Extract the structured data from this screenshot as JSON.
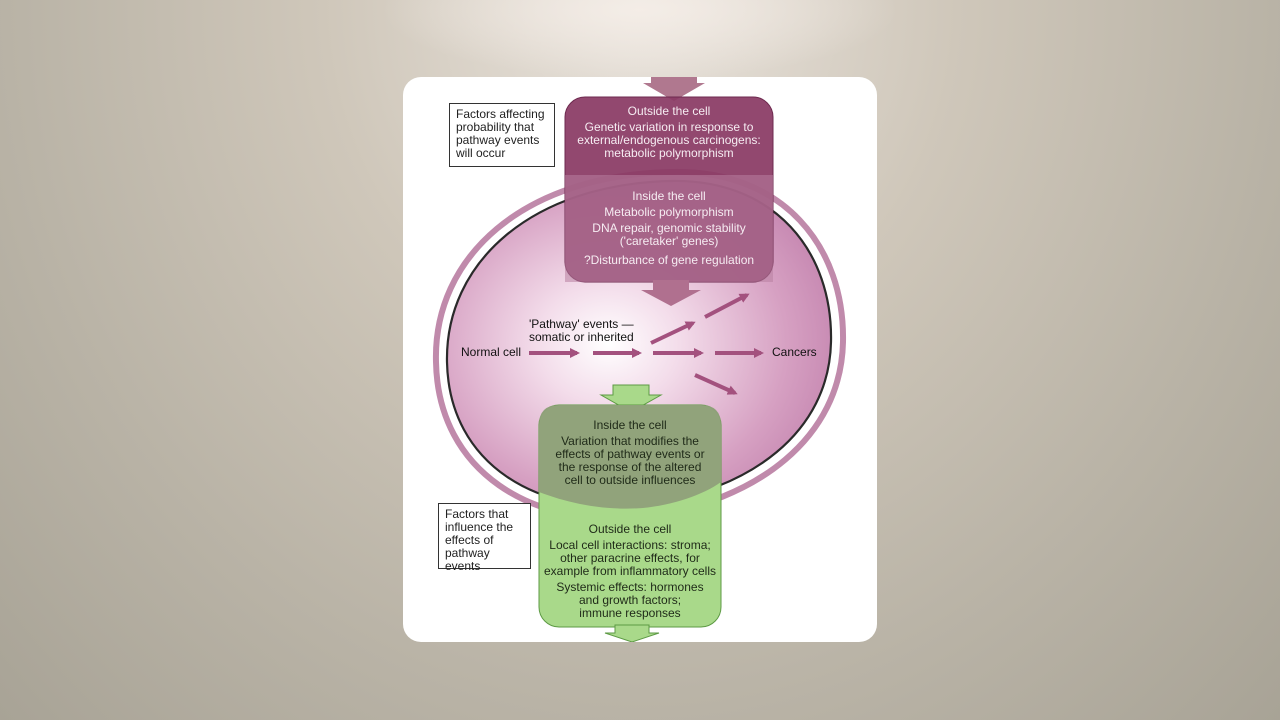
{
  "diagram": {
    "factors_probability": "Factors affecting probability that pathway events will occur",
    "factors_influence": "Factors that influence the effects of pathway events",
    "top_outside": {
      "title": "Outside the cell",
      "lines": [
        "Genetic variation in response to",
        "external/endogenous carcinogens:",
        "metabolic polymorphism"
      ]
    },
    "top_inside": {
      "title": "Inside the cell",
      "lines": [
        "Metabolic polymorphism",
        "DNA repair, genomic stability",
        "('caretaker' genes)",
        "?Disturbance of gene regulation"
      ]
    },
    "pathway_label_1": "'Pathway' events —",
    "pathway_label_2": "somatic or inherited",
    "normal_cell": "Normal cell",
    "cancers": "Cancers",
    "bottom_inside": {
      "title": "Inside the cell",
      "lines": [
        "Variation that modifies the",
        "effects of pathway events or",
        "the response of the altered",
        "cell to outside influences"
      ]
    },
    "bottom_outside": {
      "title": "Outside the cell",
      "lines": [
        "Local cell interactions: stroma;",
        "other paracrine effects, for",
        "example from inflammatory cells",
        "Systemic effects: hormones",
        "and growth factors;",
        "immune responses"
      ]
    },
    "colors": {
      "purple_dark": "#8a3a64",
      "purple_mid": "#a8678c",
      "arrow": "#a3517e",
      "cell_fill": "#c98ab5",
      "green_fill": "#a9d98a",
      "green_dark": "#8fa07a",
      "green_edge": "#5d9a44"
    }
  }
}
